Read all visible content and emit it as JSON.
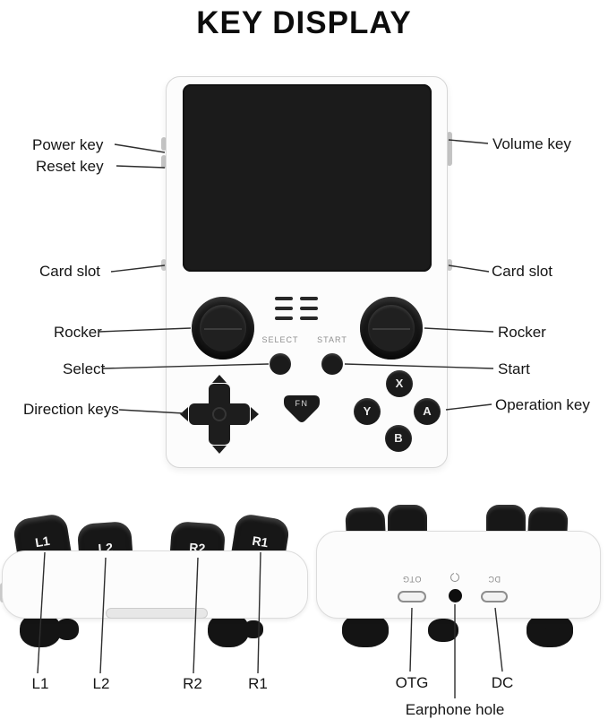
{
  "title": "KEY DISPLAY",
  "callouts": {
    "power_key": "Power key",
    "reset_key": "Reset key",
    "volume_key": "Volume key",
    "card_slot_left": "Card slot",
    "card_slot_right": "Card slot",
    "rocker_left": "Rocker",
    "rocker_right": "Rocker",
    "select": "Select",
    "start": "Start",
    "direction_keys": "Direction keys",
    "operation_key": "Operation key"
  },
  "console": {
    "select_button_label": "SELECT",
    "start_button_label": "START",
    "fn_button": "FN",
    "button_x": "X",
    "button_y": "Y",
    "button_a": "A",
    "button_b": "B"
  },
  "shoulder_view": {
    "l1": "L1",
    "l2": "L2",
    "r2": "R2",
    "r1": "R1"
  },
  "port_view": {
    "otg": "OTG",
    "dc": "DC",
    "power_symbol_icon": "power-icon"
  },
  "bottom_labels": {
    "l1": "L1",
    "l2": "L2",
    "r2": "R2",
    "r1": "R1",
    "otg": "OTG",
    "dc": "DC",
    "earphone_hole": "Earphone hole"
  },
  "colors": {
    "device_body": "#fcfcfc",
    "screen": "#1b1b1b",
    "button_black": "#1b1b1b",
    "leader_line": "#2e2e2e",
    "label_text": "#151515"
  }
}
